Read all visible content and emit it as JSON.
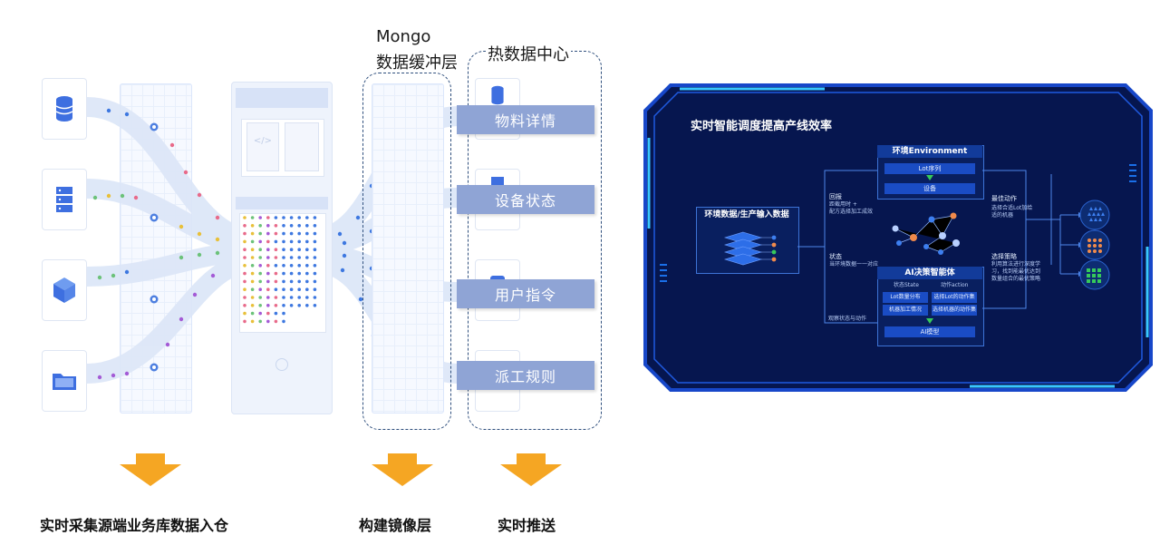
{
  "left_diagram": {
    "top_labels": {
      "mongo_line1": "Mongo",
      "mongo_line2": "数据缓冲层",
      "hot_data": "热数据中心"
    },
    "push_items": [
      "物料详情",
      "设备状态",
      "用户指令",
      "派工规则"
    ],
    "source_icons": [
      "database-icon",
      "server-icon",
      "cube-icon",
      "folder-icon"
    ],
    "captions": {
      "ingest": "实时采集源端业务库数据入仓",
      "mirror": "构建镜像层",
      "push": "实时推送"
    },
    "colors": {
      "flow": "#dfe8f8",
      "label_bg": "#8fa4d5",
      "arrow": "#f5a623",
      "dot_blue": "#3e78e0",
      "dot_pink": "#e86a8a",
      "dot_purple": "#a45bd6",
      "dot_green": "#6cc27a",
      "dot_yellow": "#e8c03a"
    }
  },
  "right_panel": {
    "title": "实时智能调度提高产线效率",
    "env_box": {
      "title": "环境Environment",
      "row1": "Lot序列",
      "row2": "设备"
    },
    "input_box": {
      "title": "环境数据/生产输入数据"
    },
    "ai_box": {
      "title": "AI决策智能体",
      "col_state": "状态State",
      "col_action": "动作action",
      "cells": [
        "Lot数量分布",
        "选择Lot的动作集",
        "机器加工情况",
        "选择机器的动作集"
      ],
      "model": "AI模型"
    },
    "annotations": {
      "feedback": "回报",
      "feedback_desc1": "距截用时 +",
      "feedback_desc2": "配方选择加工成效",
      "state": "状态",
      "state_desc": "当环境数据一一对应",
      "observe": "观察状态与动作",
      "best_action": "最佳动作",
      "best_action_desc1": "选择合适Lot加给",
      "best_action_desc2": "适的机器",
      "strategy": "选择策略",
      "strategy_desc1": "利用算法进行深度学",
      "strategy_desc2": "习，找到能最优达到",
      "strategy_desc3": "数量组合的最优策略"
    },
    "colors": {
      "bg": "#06164f",
      "frame": "#1747c9",
      "accent": "#39c6ff",
      "node_orange": "#f08a4b",
      "node_blue": "#3d7ff0",
      "node_light": "#b8d0ff",
      "green": "#36c95b"
    }
  }
}
